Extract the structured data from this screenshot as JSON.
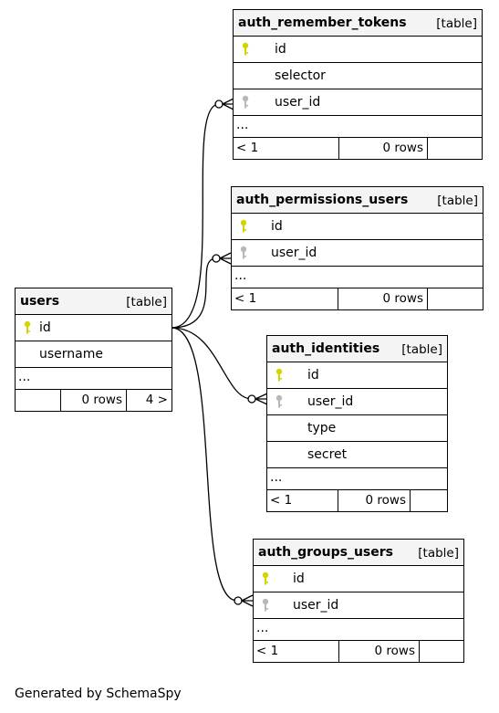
{
  "tables": {
    "auth_remember_tokens": {
      "name": "auth_remember_tokens",
      "type": "[table]",
      "columns": [
        "id",
        "selector",
        "user_id"
      ],
      "more": "...",
      "parents": "< 1",
      "rows": "0 rows",
      "children": ""
    },
    "auth_permissions_users": {
      "name": "auth_permissions_users",
      "type": "[table]",
      "columns": [
        "id",
        "user_id"
      ],
      "more": "...",
      "parents": "< 1",
      "rows": "0 rows",
      "children": ""
    },
    "users": {
      "name": "users",
      "type": "[table]",
      "columns": [
        "id",
        "username"
      ],
      "more": "...",
      "parents": "",
      "rows": "0 rows",
      "children": "4 >"
    },
    "auth_identities": {
      "name": "auth_identities",
      "type": "[table]",
      "columns": [
        "id",
        "user_id",
        "type",
        "secret"
      ],
      "more": "...",
      "parents": "< 1",
      "rows": "0 rows",
      "children": ""
    },
    "auth_groups_users": {
      "name": "auth_groups_users",
      "type": "[table]",
      "columns": [
        "id",
        "user_id"
      ],
      "more": "...",
      "parents": "< 1",
      "rows": "0 rows",
      "children": ""
    }
  },
  "key_icons": {
    "primary_color": "#d4d400",
    "foreign_color": "#b8b8b8"
  },
  "footer": "Generated by SchemaSpy"
}
